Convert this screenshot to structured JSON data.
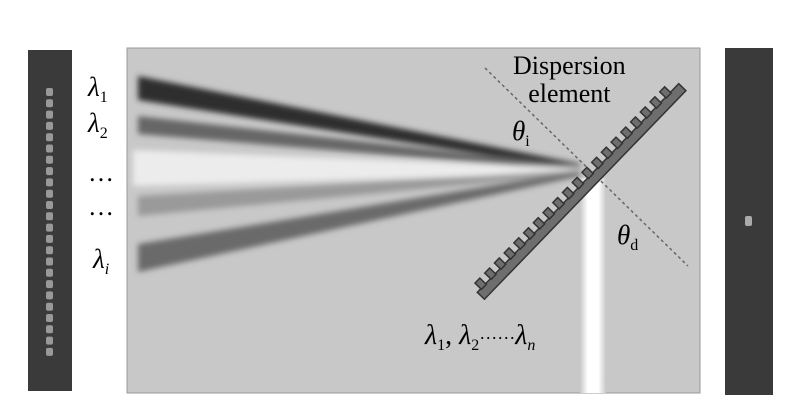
{
  "labels": {
    "lambda1": {
      "sym": "λ",
      "sub": "1"
    },
    "lambda2": {
      "sym": "λ",
      "sub": "2"
    },
    "dots1": "…",
    "dots2": "…",
    "lambdai": {
      "sym": "λ",
      "sub": "i"
    },
    "dispersion_line1": "Dispersion",
    "dispersion_line2": "element",
    "theta_i": {
      "sym": "θ",
      "sub": "i"
    },
    "theta_d": {
      "sym": "θ",
      "sub": "d"
    },
    "output": {
      "l1": "λ",
      "s1": "1",
      "sep": ", ",
      "l2": "λ",
      "s2": "2",
      "dots": "······",
      "ln": "λ",
      "sn": "n"
    }
  },
  "colors": {
    "bar": "#3a3a3a",
    "panel": "#c8c8c8",
    "grating": "#6e6e6e"
  },
  "source_emitter_count": 24,
  "detector_emitter_count": 1
}
